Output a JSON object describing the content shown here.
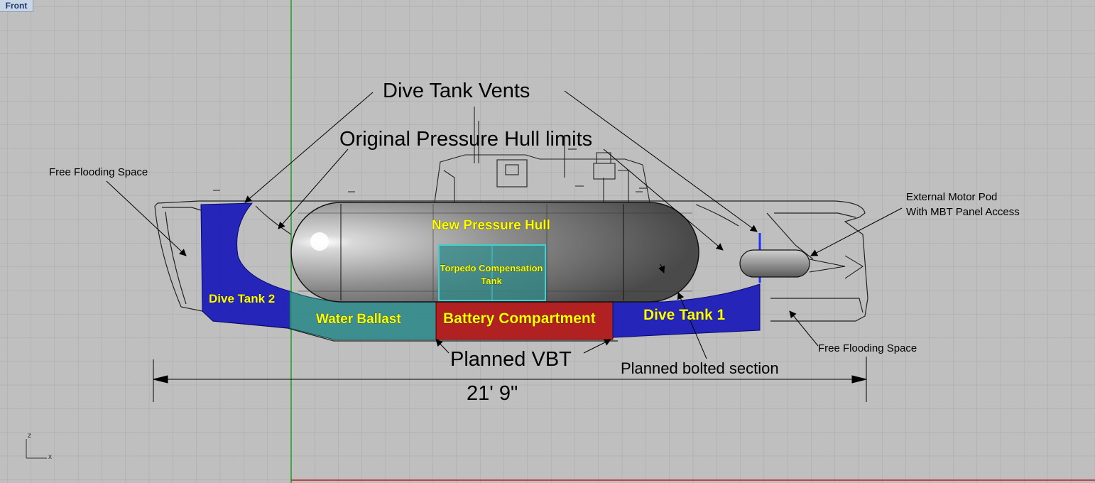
{
  "viewport": {
    "name": "Front",
    "axes": {
      "x": "x",
      "z": "z"
    }
  },
  "labels": {
    "dive_tank_vents": "Dive Tank Vents",
    "original_hull": "Original Pressure Hull limits",
    "free_flooding_left": "Free Flooding Space",
    "free_flooding_right": "Free Flooding Space",
    "motor_pod_line1": "External Motor Pod",
    "motor_pod_line2": "With MBT Panel Access",
    "planned_vbt": "Planned VBT",
    "planned_bolted": "Planned bolted section",
    "overall_length": "21' 9\""
  },
  "compartments": {
    "new_pressure_hull": "New Pressure Hull",
    "torpedo_line1": "Torpedo Compensation",
    "torpedo_line2": "Tank",
    "dive_tank_2": "Dive Tank 2",
    "water_ballast": "Water Ballast",
    "battery": "Battery Compartment",
    "dive_tank_1": "Dive Tank 1"
  },
  "colors": {
    "background": "#bfbfbf",
    "grid": "#a9a9a9",
    "dive_tank": "#1c1cb8",
    "water_ballast": "#2f8a8a",
    "battery": "#b01818",
    "label_yellow": "#ffff00",
    "z_axis": "#1aa01a",
    "x_axis": "#c02020"
  }
}
